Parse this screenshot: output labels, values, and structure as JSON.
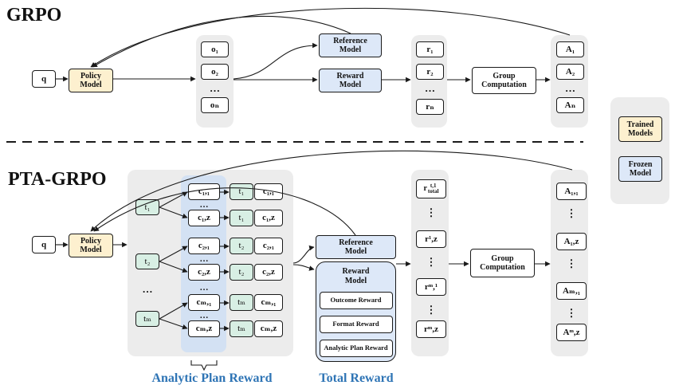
{
  "grpo": {
    "title": "GRPO",
    "q": "q",
    "policy_model": "Policy\nModel",
    "o1": "o₁",
    "o2": "o₂",
    "on": "oₙ",
    "reference_model": "Reference\nModel",
    "reward_model": "Reward\nModel",
    "r1": "r₁",
    "r2": "r₂",
    "rn": "rₙ",
    "group_computation": "Group\nComputation",
    "A1": "A₁",
    "A2": "A₂",
    "An": "Aₙ"
  },
  "legend": {
    "trained": "Trained\nModels",
    "frozen": "Frozen\nModel"
  },
  "pta": {
    "title": "PTA-GRPO",
    "q": "q",
    "policy_model": "Policy\nModel",
    "t1": "t₁",
    "t2": "t₂",
    "tm": "tₘ",
    "c11": "c₁,₁",
    "c1z": "c₁,z",
    "c21": "c₂,₁",
    "c2z": "c₂,z",
    "cm1": "cₘ,₁",
    "cmz": "cₘ,z",
    "reference_model": "Reference\nModel",
    "reward_model": "Reward\nModel",
    "outcome_reward": "Outcome Reward",
    "format_reward": "Format Reward",
    "analytic_plan_reward": "Analytic Plan Reward",
    "r_total": "rᵗ,¹ total",
    "r_1z": "r¹,z",
    "r_m1": "rᵐ,¹",
    "r_mz": "rᵐ,z",
    "group_computation": "Group\nComputation",
    "A11": "A₁,₁",
    "A1z": "A₁,z",
    "Am1": "Aₘ,₁",
    "Amz": "Aᵐ,z",
    "dots": "⋮",
    "hdots": "…"
  },
  "captions": {
    "analytic_plan_reward": "Analytic Plan Reward",
    "total_reward": "Total Reward"
  },
  "colors": {
    "trained": "#fdf0cf",
    "frozen": "#dde8f8",
    "plan": "#d8efe4",
    "caption": "#2e74b5"
  }
}
